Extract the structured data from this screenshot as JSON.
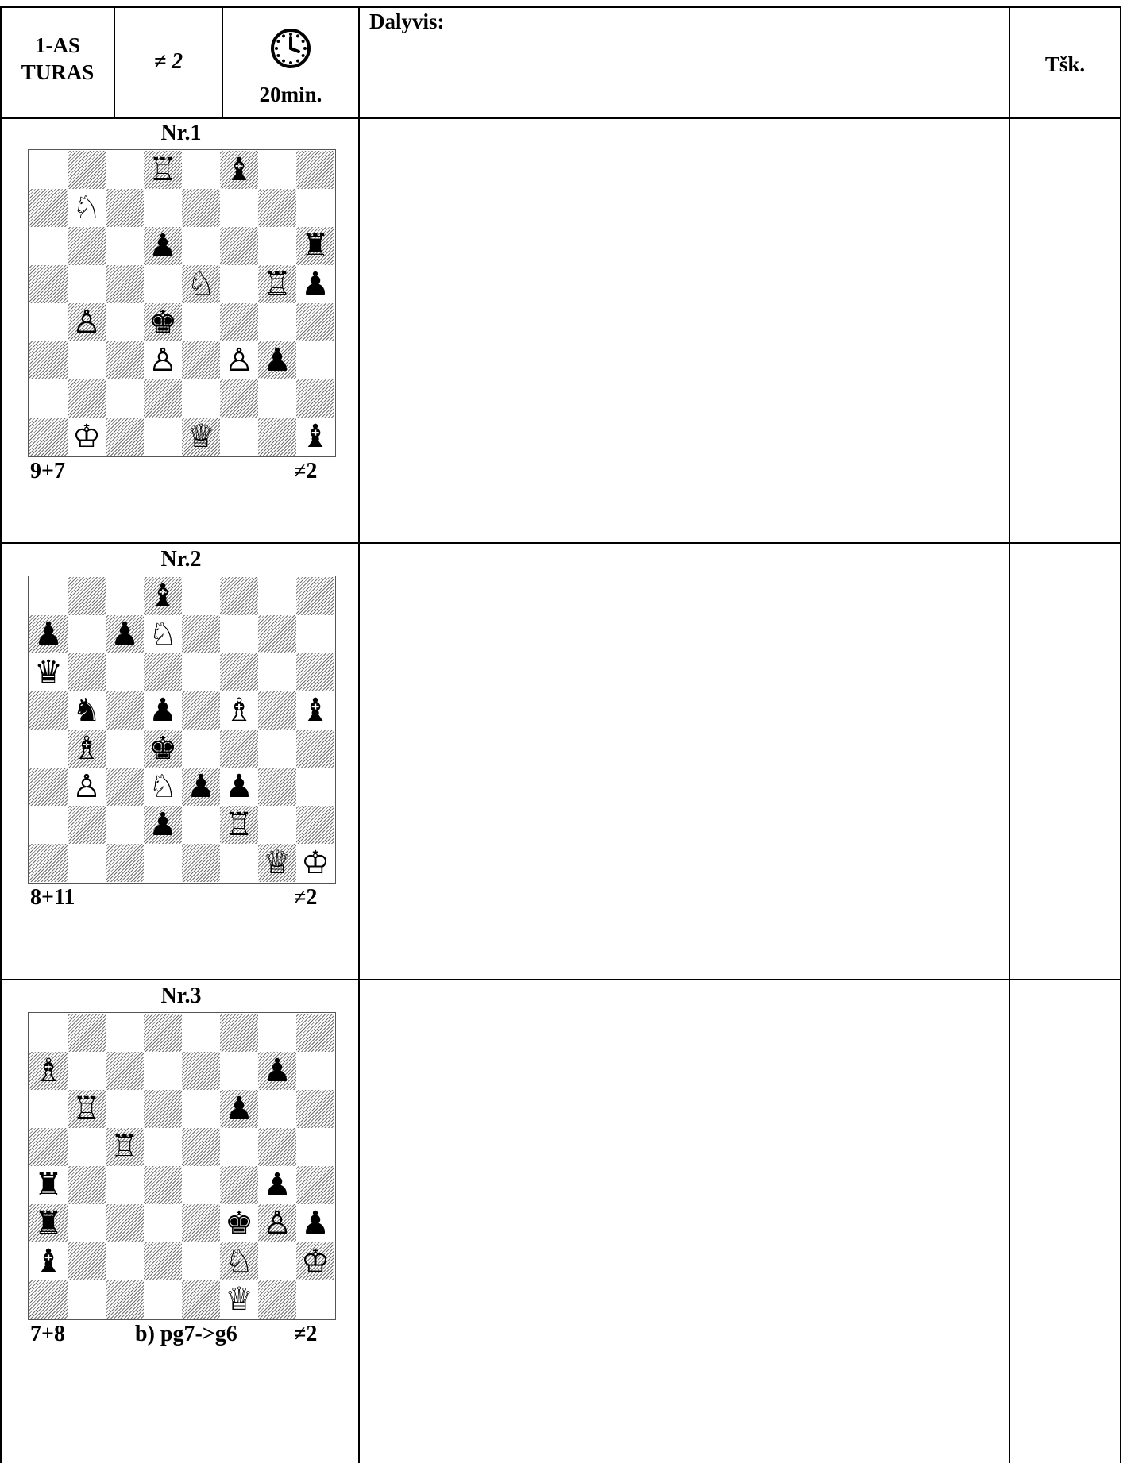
{
  "header": {
    "round": "1-AS\nTURAS",
    "task": "≠ 2",
    "time": "20min.",
    "participant_label": "Dalyvis:",
    "points_label": "Tšk."
  },
  "icons": {
    "clock": "clock-icon"
  },
  "problems": [
    {
      "title": "Nr.1",
      "count": "9+7",
      "twin": "",
      "stipulation": "≠2",
      "pieces": [
        {
          "sq": "d8",
          "p": "wR"
        },
        {
          "sq": "f8",
          "p": "bB"
        },
        {
          "sq": "b7",
          "p": "wN"
        },
        {
          "sq": "d6",
          "p": "bP"
        },
        {
          "sq": "h6",
          "p": "bR"
        },
        {
          "sq": "e5",
          "p": "wN"
        },
        {
          "sq": "g5",
          "p": "wR"
        },
        {
          "sq": "h5",
          "p": "bP"
        },
        {
          "sq": "b4",
          "p": "wP"
        },
        {
          "sq": "d4",
          "p": "bK"
        },
        {
          "sq": "d3",
          "p": "wP"
        },
        {
          "sq": "f3",
          "p": "wP"
        },
        {
          "sq": "g3",
          "p": "bP"
        },
        {
          "sq": "b1",
          "p": "wK"
        },
        {
          "sq": "e1",
          "p": "wQ"
        },
        {
          "sq": "h1",
          "p": "bB"
        }
      ]
    },
    {
      "title": "Nr.2",
      "count": "8+11",
      "twin": "",
      "stipulation": "≠2",
      "pieces": [
        {
          "sq": "d8",
          "p": "bB"
        },
        {
          "sq": "a7",
          "p": "bP"
        },
        {
          "sq": "c7",
          "p": "bP"
        },
        {
          "sq": "d7",
          "p": "wN"
        },
        {
          "sq": "a6",
          "p": "bQ"
        },
        {
          "sq": "b5",
          "p": "bN"
        },
        {
          "sq": "d5",
          "p": "bP"
        },
        {
          "sq": "f5",
          "p": "wB"
        },
        {
          "sq": "h5",
          "p": "bB"
        },
        {
          "sq": "b4",
          "p": "wB"
        },
        {
          "sq": "d4",
          "p": "bK"
        },
        {
          "sq": "b3",
          "p": "wP"
        },
        {
          "sq": "d3",
          "p": "wN"
        },
        {
          "sq": "e3",
          "p": "bP"
        },
        {
          "sq": "f3",
          "p": "bP"
        },
        {
          "sq": "d2",
          "p": "bP"
        },
        {
          "sq": "f2",
          "p": "wR"
        },
        {
          "sq": "g1",
          "p": "wQ"
        },
        {
          "sq": "h1",
          "p": "wK"
        }
      ]
    },
    {
      "title": "Nr.3",
      "count": "7+8",
      "twin": "b) pg7->g6",
      "stipulation": "≠2",
      "pieces": [
        {
          "sq": "a7",
          "p": "wB"
        },
        {
          "sq": "g7",
          "p": "bP"
        },
        {
          "sq": "b6",
          "p": "wR"
        },
        {
          "sq": "f6",
          "p": "bP"
        },
        {
          "sq": "c5",
          "p": "wR"
        },
        {
          "sq": "a4",
          "p": "bR"
        },
        {
          "sq": "g4",
          "p": "bP"
        },
        {
          "sq": "a3",
          "p": "bR"
        },
        {
          "sq": "f3",
          "p": "bK"
        },
        {
          "sq": "g3",
          "p": "wP"
        },
        {
          "sq": "h3",
          "p": "bP"
        },
        {
          "sq": "a2",
          "p": "bB"
        },
        {
          "sq": "f2",
          "p": "wN"
        },
        {
          "sq": "h2",
          "p": "wK"
        },
        {
          "sq": "f1",
          "p": "wQ"
        }
      ]
    }
  ]
}
